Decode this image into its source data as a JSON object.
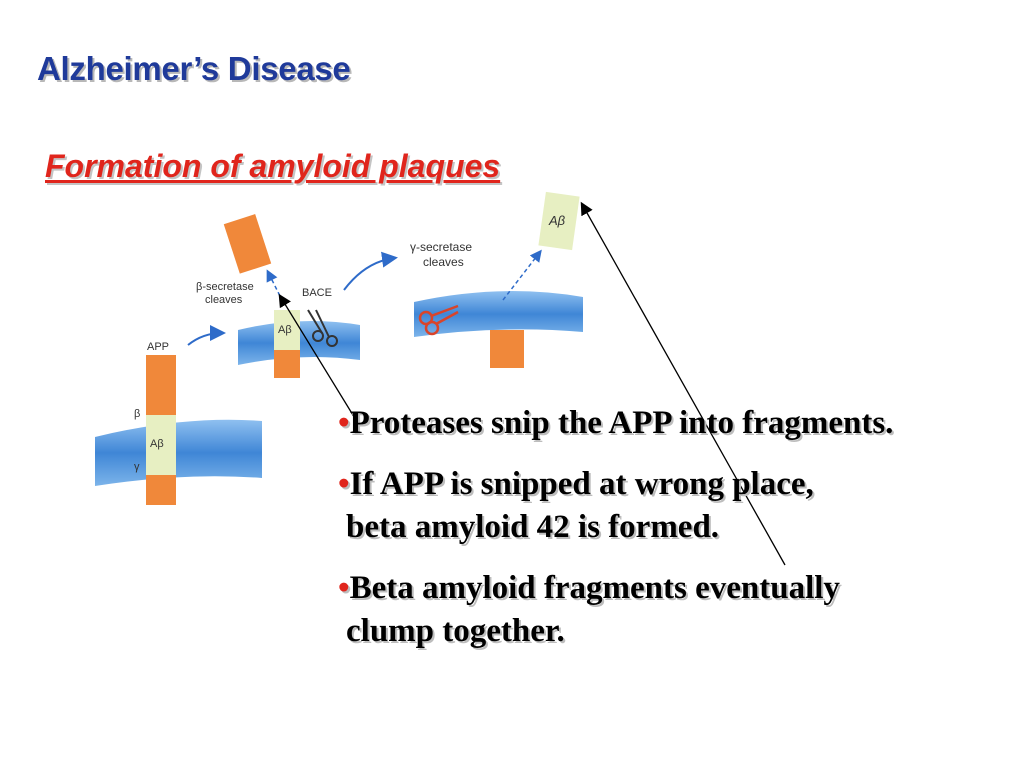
{
  "slide": {
    "title": "Alzheimer’s Disease",
    "subtitle": "Formation of amyloid plaques"
  },
  "diagram": {
    "labels": {
      "app": "APP",
      "beta": "β",
      "abeta": "Aβ",
      "gamma": "γ",
      "bace": "BACE",
      "beta_secretase_1": "β-secretase",
      "beta_secretase_2": "cleaves",
      "gamma_secretase_1": "γ-secretase",
      "gamma_secretase_2": "cleaves"
    },
    "colors": {
      "membrane": "#4a90d9",
      "fragment": "#f0883a",
      "abeta_box": "#e7efc2",
      "arrow": "#2e6bc9",
      "scissors_red": "#d9442a"
    }
  },
  "bullets": [
    {
      "marker": "•",
      "text": "Proteases snip the APP into fragments."
    },
    {
      "marker": "•",
      "line1": "If APP is snipped at wrong place,",
      "line2": "beta amyloid 42 is formed."
    },
    {
      "marker": "•",
      "line1": "Beta amyloid fragments eventually",
      "line2": "clump together."
    }
  ]
}
